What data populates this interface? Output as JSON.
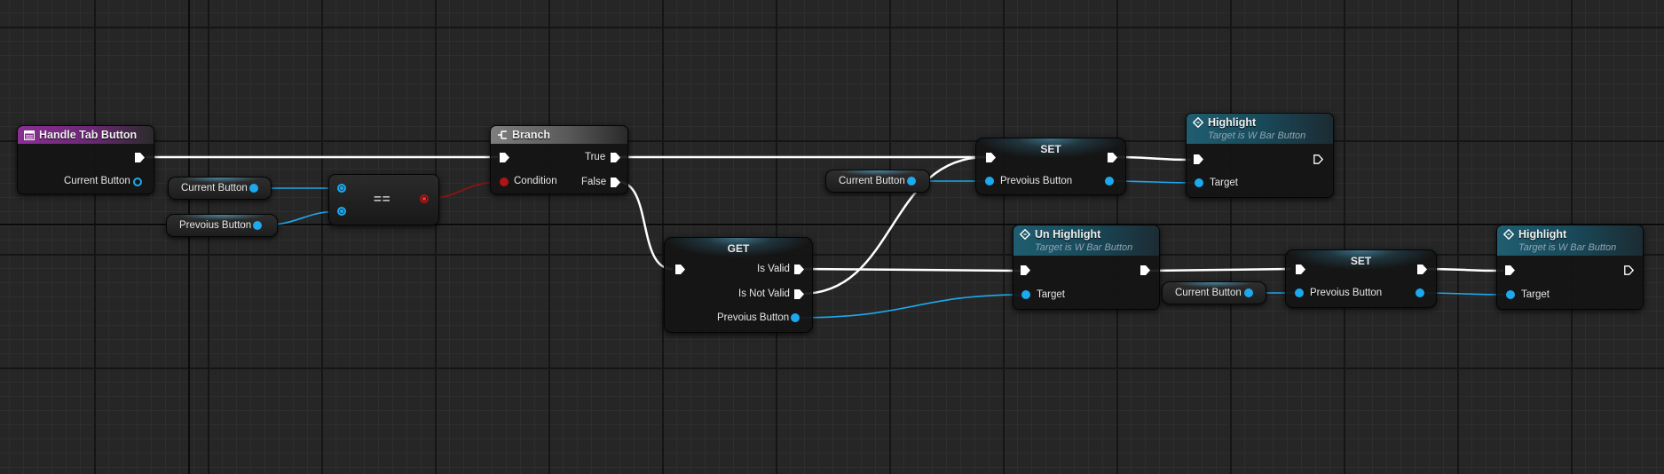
{
  "graph": {
    "event_node": {
      "title": "Handle Tab Button",
      "icon": "function-entry-icon",
      "output_pin": "Current Button"
    },
    "getter_current_button_1": {
      "label": "Current Button"
    },
    "getter_prevoius_button_1": {
      "label": "Prevoius Button"
    },
    "equal_node": {
      "operator": "=="
    },
    "branch_node": {
      "title": "Branch",
      "icon": "branch-icon",
      "condition_pin": "Condition",
      "true_pin": "True",
      "false_pin": "False"
    },
    "get_node": {
      "title": "GET",
      "is_valid_pin": "Is Valid",
      "is_not_valid_pin": "Is Not Valid",
      "input_pin": "Prevoius Button"
    },
    "getter_current_button_2": {
      "label": "Current Button"
    },
    "set_node_1": {
      "title": "SET",
      "pin": "Prevoius Button"
    },
    "highlight_node_1": {
      "title": "Highlight",
      "subtitle": "Target is W Bar Button",
      "target_pin": "Target",
      "icon": "function-icon"
    },
    "unhighlight_node": {
      "title": "Un Highlight",
      "subtitle": "Target is W Bar Button",
      "target_pin": "Target",
      "icon": "function-icon"
    },
    "getter_current_button_3": {
      "label": "Current Button"
    },
    "set_node_2": {
      "title": "SET",
      "pin": "Prevoius Button"
    },
    "highlight_node_2": {
      "title": "Highlight",
      "subtitle": "Target is W Bar Button",
      "target_pin": "Target",
      "icon": "function-icon"
    }
  },
  "colors": {
    "background": "#262626",
    "exec_wire": "#ffffff",
    "object_wire": "#1ca9ee",
    "bool_wire": "#8a1414",
    "event_header": "#8a2f93",
    "function_header": "#1f5d70",
    "branch_header": "#7e7e7e"
  }
}
